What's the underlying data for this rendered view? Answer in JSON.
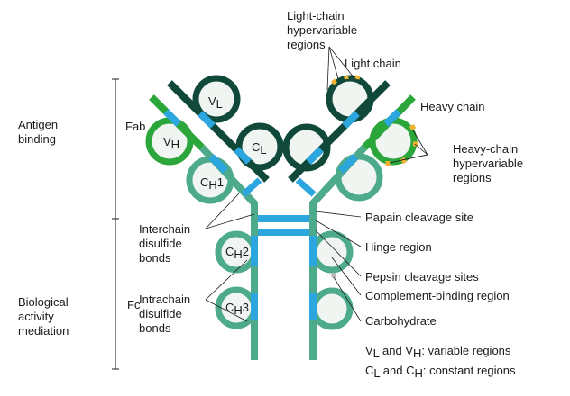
{
  "left_labels": {
    "antigen_binding": [
      "Antigen",
      "binding"
    ],
    "biological_activity": [
      "Biological",
      "activity",
      "mediation"
    ],
    "fab": "Fab",
    "fc": "Fc"
  },
  "domains": {
    "vl": {
      "main": "V",
      "sub": "L"
    },
    "vh": {
      "main": "V",
      "sub": "H"
    },
    "cl": {
      "main": "C",
      "sub": "L"
    },
    "ch1": {
      "main": "C",
      "sub": "H",
      "suffix": "1"
    },
    "ch2": {
      "main": "C",
      "sub": "H",
      "suffix": "2"
    },
    "ch3": {
      "main": "C",
      "sub": "H",
      "suffix": "3"
    }
  },
  "annotations": {
    "interchain": [
      "Interchain",
      "disulfide",
      "bonds"
    ],
    "intrachain": [
      "Intrachain",
      "disulfide",
      "bonds"
    ],
    "light_chain_hv": [
      "Light-chain",
      "hypervariable",
      "regions"
    ],
    "light_chain": "Light chain",
    "heavy_chain": "Heavy chain",
    "heavy_chain_hv": [
      "Heavy-chain",
      "hypervariable",
      "regions"
    ],
    "papain": "Papain cleavage site",
    "hinge": "Hinge region",
    "pepsin": "Pepsin cleavage sites",
    "complement": "Complement-binding region",
    "carbohydrate": "Carbohydrate"
  },
  "legend": {
    "variable": {
      "a": "V",
      "a_sub": "L",
      "mid": " and ",
      "b": "V",
      "b_sub": "H",
      "rest": ": variable regions"
    },
    "constant": {
      "a": "C",
      "a_sub": "L",
      "mid": " and ",
      "b": "C",
      "b_sub": "H",
      "rest": ": constant regions"
    }
  },
  "colors": {
    "light_chain": "#10493a",
    "heavy_variable": "#2aa63a",
    "heavy_constant": "#4daa8c",
    "disulfide": "#2ba6de",
    "hypervariable": "#f0b232",
    "domain_fill": "#f1f5f2"
  }
}
